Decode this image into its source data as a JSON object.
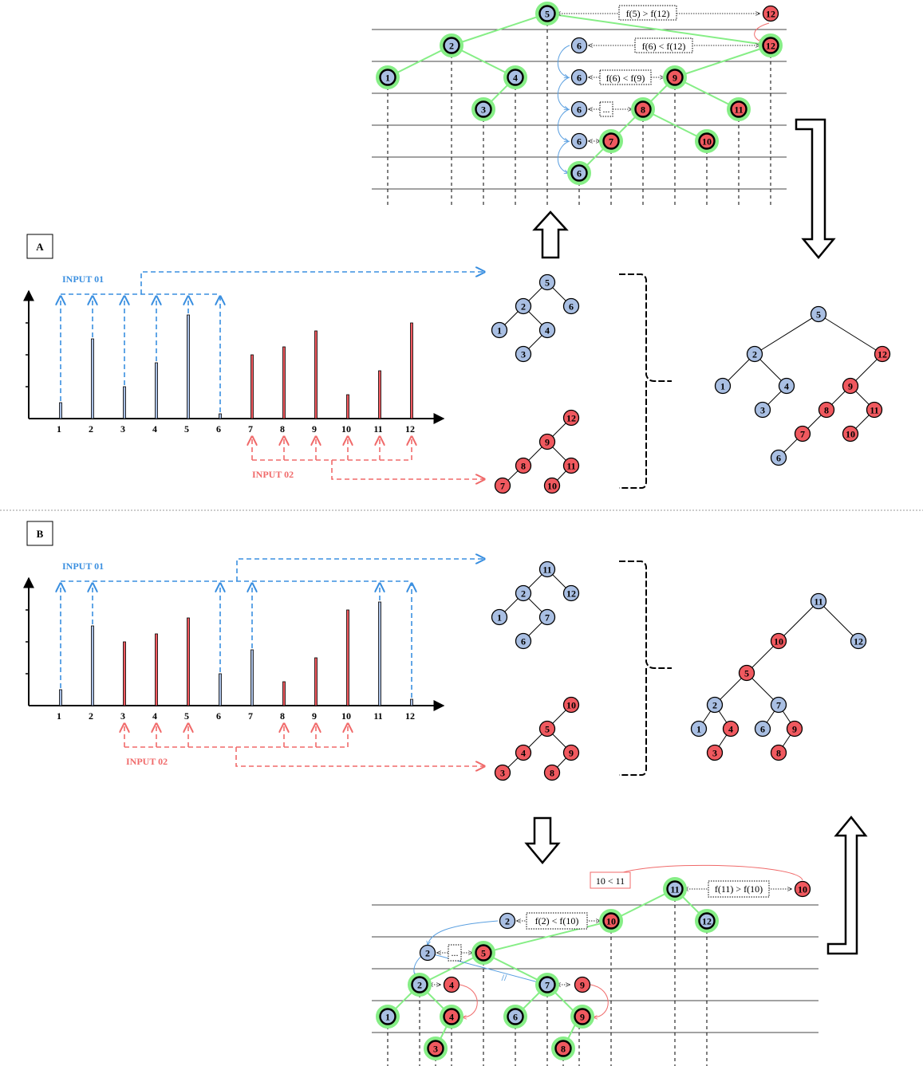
{
  "panels": [
    {
      "label": "A"
    },
    {
      "label": "B"
    }
  ],
  "panelA": {
    "input1_label": "INPUT 01",
    "input2_label": "INPUT 02",
    "x_ticks": [
      "1",
      "2",
      "3",
      "4",
      "5",
      "6",
      "7",
      "8",
      "9",
      "10",
      "11",
      "12"
    ],
    "input1_indices": [
      1,
      2,
      3,
      4,
      5,
      6
    ],
    "input2_indices": [
      7,
      8,
      9,
      10,
      11,
      12
    ],
    "bar_values": [
      1,
      5,
      2,
      3.5,
      6.5,
      0.3,
      4,
      4.5,
      5.5,
      1.5,
      3,
      6
    ],
    "tree_input1": [
      "5",
      "2",
      "6",
      "1",
      "4",
      "3"
    ],
    "tree_input2": [
      "12",
      "9",
      "8",
      "11",
      "7",
      "10"
    ],
    "tree_merged": [
      "5",
      "2",
      "12",
      "1",
      "4",
      "9",
      "3",
      "8",
      "11",
      "7",
      "10",
      "6"
    ],
    "compare_labels": [
      "f(5) > f(12)",
      "f(6) < f(12)",
      "f(6) < f(9)",
      "...",
      ""
    ],
    "level_nodes": [
      "5",
      "12",
      "2",
      "6",
      "12",
      "1",
      "4",
      "6",
      "9",
      "3",
      "6",
      "8",
      "11",
      "6",
      "7",
      "10",
      "6"
    ]
  },
  "panelB": {
    "input1_label": "INPUT 01",
    "input2_label": "INPUT 02",
    "x_ticks": [
      "1",
      "2",
      "3",
      "4",
      "5",
      "6",
      "7",
      "8",
      "9",
      "10",
      "11",
      "12"
    ],
    "input1_indices": [
      1,
      2,
      6,
      7,
      11,
      12
    ],
    "input2_indices": [
      3,
      4,
      5,
      8,
      9,
      10
    ],
    "bar_values": [
      1,
      5,
      4,
      4.5,
      5.5,
      2,
      3.5,
      1.5,
      3,
      6,
      6.5,
      0.4
    ],
    "tree_input1": [
      "11",
      "2",
      "12",
      "1",
      "7",
      "6"
    ],
    "tree_input2": [
      "10",
      "5",
      "4",
      "9",
      "3",
      "8"
    ],
    "tree_merged": [
      "11",
      "10",
      "12",
      "5",
      "2",
      "7",
      "1",
      "4",
      "6",
      "9",
      "3",
      "8"
    ],
    "compare_labels": [
      "10 < 11",
      "f(11) > f(10)",
      "f(2) < f(10)",
      "...",
      "//"
    ],
    "level_nodes": [
      "11",
      "10",
      "2",
      "10",
      "12",
      "2",
      "5",
      "2",
      "4",
      "7",
      "9",
      "1",
      "4",
      "6",
      "9",
      "3",
      "8"
    ]
  }
}
